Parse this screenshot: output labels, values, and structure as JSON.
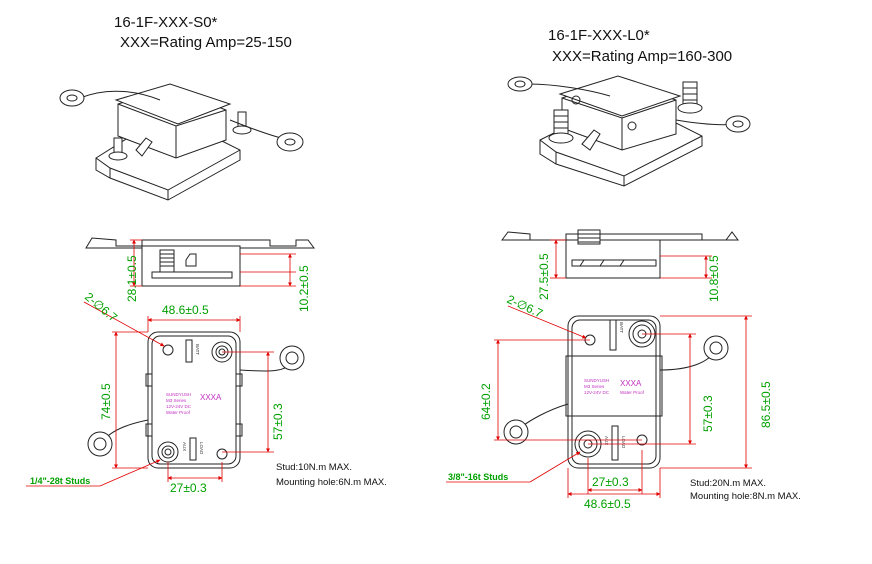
{
  "left": {
    "model": "16-1F-XXX-S0*",
    "rating": "XXX=Rating Amp=25-150",
    "dims": {
      "height_total": "28.1±0.5",
      "height_stud": "10.2±0.5",
      "width_top": "48.6±0.5",
      "hole": "2-∅6.7",
      "length": "74±0.5",
      "stud_spacing": "57±0.3",
      "bottom_width": "27±0.3"
    },
    "stud_label": "1/4\"-28t Studs",
    "torque_stud": "Stud:10N.m MAX.",
    "torque_mount": "Mounting hole:6N.m MAX.",
    "label_marking": "XXXA",
    "label_lines": [
      "SUNDYUSH",
      "M3 Series",
      "12V-24V DC",
      "Water Proof"
    ]
  },
  "right": {
    "model": "16-1F-XXX-L0*",
    "rating": "XXX=Rating Amp=160-300",
    "dims": {
      "height_total": "27.5±0.5",
      "height_stud": "10.8±0.5",
      "width_bottom": "48.6±0.5",
      "hole": "2-∅6.7",
      "length_inner": "64±0.2",
      "stud_spacing": "57±0.3",
      "length_total": "86.5±0.5",
      "bottom_width": "27±0.3"
    },
    "stud_label": "3/8\"-16t Studs",
    "torque_stud": "Stud:20N.m MAX.",
    "torque_mount": "Mounting hole:8N.m MAX.",
    "label_marking": "XXXA",
    "label_lines": [
      "SUNDYUSH",
      "M3 Series",
      "12V-24V DC",
      "Water Proof"
    ]
  },
  "terminal_labels": [
    "BATT",
    "LOAD",
    "AUX"
  ],
  "colors": {
    "dimension": "#00a000",
    "leader": "#e00000",
    "marking": "#c030c0",
    "outline": "#222222"
  }
}
